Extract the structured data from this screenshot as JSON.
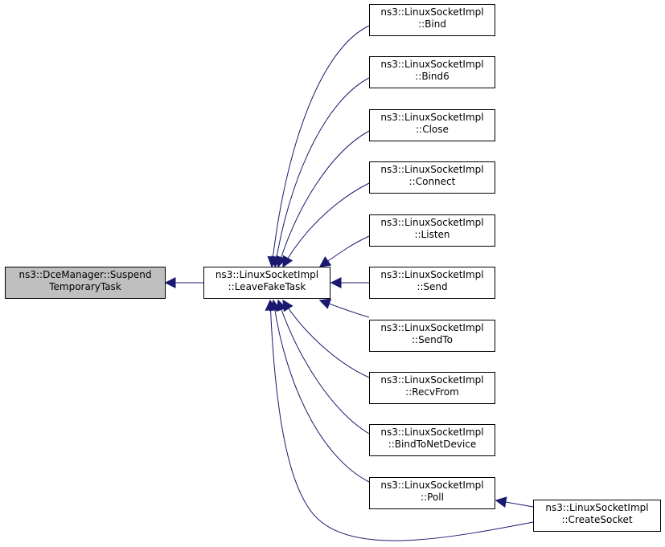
{
  "diagram": {
    "root": {
      "line1": "ns3::DceManager::Suspend",
      "line2": "TemporaryTask"
    },
    "center": {
      "line1": "ns3::LinuxSocketImpl",
      "line2": "::LeaveFakeTask"
    },
    "callers": [
      {
        "line1": "ns3::LinuxSocketImpl",
        "line2": "::Bind"
      },
      {
        "line1": "ns3::LinuxSocketImpl",
        "line2": "::Bind6"
      },
      {
        "line1": "ns3::LinuxSocketImpl",
        "line2": "::Close"
      },
      {
        "line1": "ns3::LinuxSocketImpl",
        "line2": "::Connect"
      },
      {
        "line1": "ns3::LinuxSocketImpl",
        "line2": "::Listen"
      },
      {
        "line1": "ns3::LinuxSocketImpl",
        "line2": "::Send"
      },
      {
        "line1": "ns3::LinuxSocketImpl",
        "line2": "::SendTo"
      },
      {
        "line1": "ns3::LinuxSocketImpl",
        "line2": "::RecvFrom"
      },
      {
        "line1": "ns3::LinuxSocketImpl",
        "line2": "::BindToNetDevice"
      },
      {
        "line1": "ns3::LinuxSocketImpl",
        "line2": "::Poll"
      }
    ],
    "outer": {
      "line1": "ns3::LinuxSocketImpl",
      "line2": "::CreateSocket"
    },
    "colors": {
      "edge": "#191970",
      "node_border": "#000000",
      "root_fill": "#bfbfbf",
      "node_fill": "#ffffff"
    }
  }
}
